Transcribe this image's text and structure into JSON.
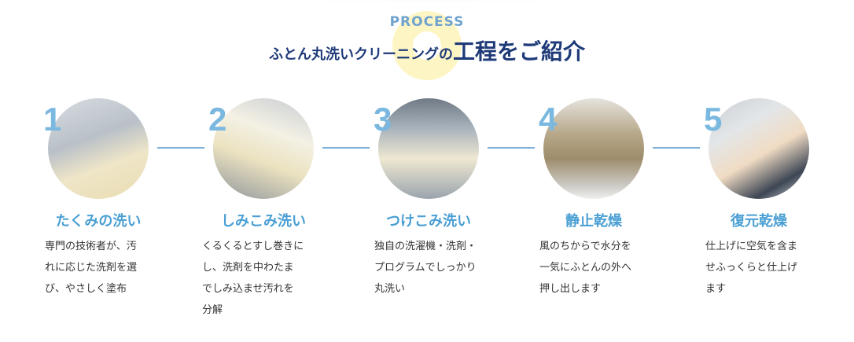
{
  "header": {
    "eyebrow": "PROCESS",
    "title_small": "ふとん丸洗いクリーニングの",
    "title_big": "工程をご紹介"
  },
  "steps": [
    {
      "number": "1",
      "title": "たくみの洗い",
      "desc": [
        "専門の技術者が、汚",
        "れに応じた洗剤を選",
        "び、やさしく塗布"
      ]
    },
    {
      "number": "2",
      "title": "しみこみ洗い",
      "desc": [
        "くるくるとすし巻きに",
        "し、洗剤を中わたま",
        "でしみ込ませ汚れを",
        "分解"
      ]
    },
    {
      "number": "3",
      "title": "つけこみ洗い",
      "desc": [
        "独自の洗濯機・洗剤・",
        "プログラムでしっかり",
        "丸洗い"
      ]
    },
    {
      "number": "4",
      "title": "静止乾燥",
      "desc": [
        "風のちからで水分を",
        "一気にふとんの外へ",
        "押し出します"
      ]
    },
    {
      "number": "5",
      "title": "復元乾燥",
      "desc": [
        "仕上げに空気を含ま",
        "せふっくらと仕上げ",
        "ます"
      ]
    }
  ],
  "colors": {
    "accent": "#4a9fd4",
    "number": "#7ab8e0",
    "heading": "#1e3a78",
    "connector": "#7aaedb"
  }
}
